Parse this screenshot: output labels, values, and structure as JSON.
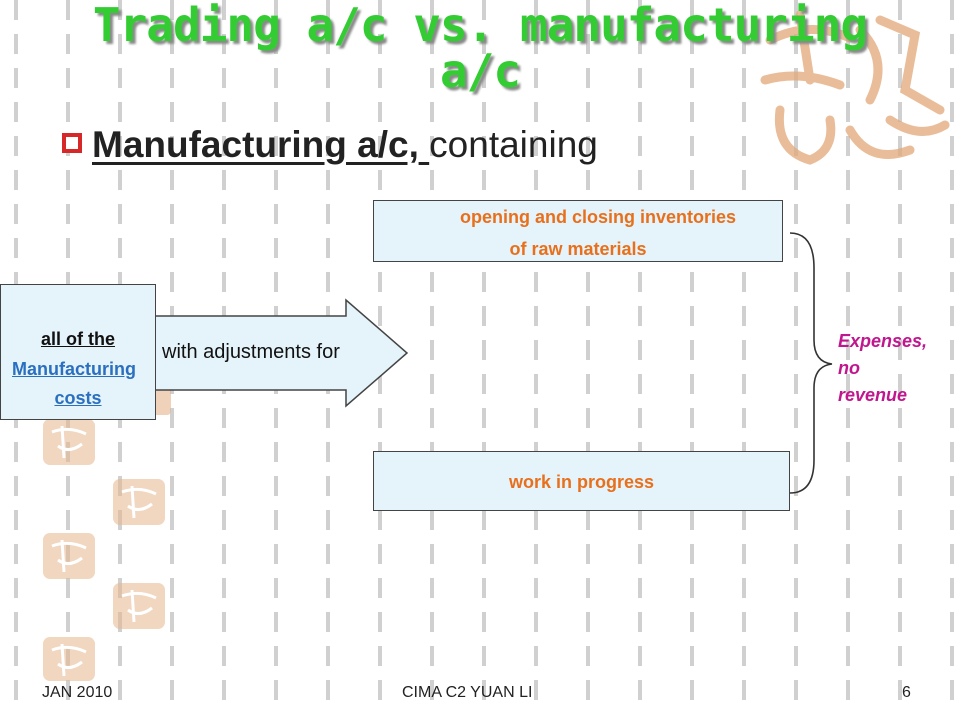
{
  "slide": {
    "title": "Trading a/c vs. manufacturing a/c",
    "bullet": {
      "strong": "Manufacturing a/c,",
      "rest": "containing"
    }
  },
  "diagram": {
    "source_box": {
      "line1": "all of the",
      "line2": "Manufacturing",
      "line3": "costs"
    },
    "arrow_label": "with adjustments for",
    "raw_materials_box": {
      "line1": "opening and closing inventories",
      "line2": "of raw materials"
    },
    "wip_box": "work in progress",
    "result": {
      "line1": "Expenses,",
      "line2": "no",
      "line3": "revenue"
    }
  },
  "footer": {
    "date": "JAN 2010",
    "center": "CIMA C2 YUAN LI",
    "page": "6"
  },
  "colors": {
    "title": "#33cc33",
    "box_fill": "#e5f3fa",
    "box_text": "#e8701c",
    "link_blue": "#2a6fc0",
    "result_magenta": "#c0168e",
    "bullet_red": "#d62828",
    "seal_orange": "#e0a070"
  }
}
